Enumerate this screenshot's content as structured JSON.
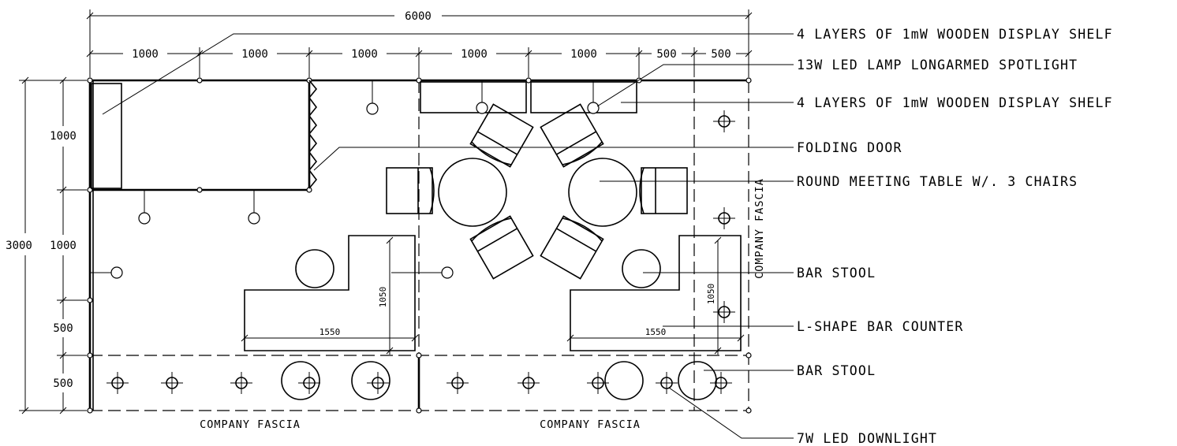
{
  "labels": {
    "shelf_top": "4 LAYERS OF 1mW WOODEN DISPLAY SHELF",
    "spotlight": "13W LED LAMP LONGARMED SPOTLIGHT",
    "shelf_right": "4 LAYERS OF 1mW WOODEN DISPLAY SHELF",
    "folding_door": "FOLDING DOOR",
    "meeting_table": "ROUND MEETING TABLE W/. 3 CHAIRS",
    "bar_stool_1": "BAR STOOL",
    "bar_counter": "L-SHAPE BAR COUNTER",
    "bar_stool_2": "BAR STOOL",
    "downlight": "7W LED DOWNLIGHT"
  },
  "fascia": {
    "bottom_left": "COMPANY FASCIA",
    "bottom_right": "COMPANY FASCIA",
    "right": "COMPANY FASCIA"
  },
  "dimensions": {
    "overall_width": "6000",
    "top_segments": [
      "1000",
      "1000",
      "1000",
      "1000",
      "1000",
      "500",
      "500"
    ],
    "overall_depth": "3000",
    "left_segments": [
      "1000",
      "1000",
      "500",
      "500"
    ],
    "counter_left_width": "1550",
    "counter_left_depth": "1050",
    "counter_right_width": "1550",
    "counter_right_depth": "1050"
  }
}
